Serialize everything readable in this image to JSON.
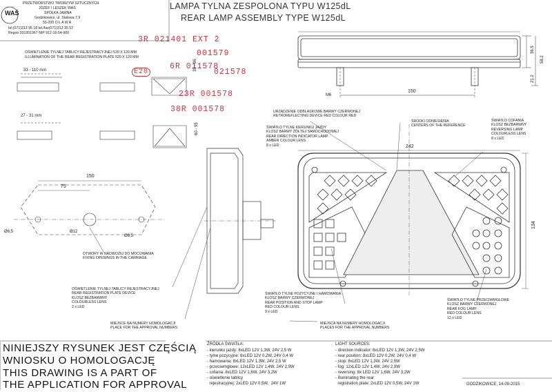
{
  "company": {
    "lines": [
      "PRZETWÓRSTWO TWORZYW SZTUCZNYCH",
      "JÓZEF I LESZEK WAŚ",
      "SPÓŁKA JAWNA",
      "Godzikowice, ul. Stalowa 7,9",
      "55-200   O Ł A W A",
      "tel.(071)313 95 18  tel./fax(071)313 35 52",
      "Regon 931951967 NIP 912-16-54-900"
    ],
    "logo_text": "WAŚ"
  },
  "title": {
    "pl": "LAMPA TYLNA ZESPOLONA TYPU W125dL",
    "en": "REAR LAMP ASSEMBLY TYPE W125dL"
  },
  "stamps": {
    "line1": "3R  021401  EXT 2",
    "line2": "001579",
    "line3": "6R  011578",
    "line4": "021578",
    "e_mark": "E20",
    "line5": "23R  001578",
    "line6": "38R  001578"
  },
  "plate_illum": {
    "pl": "OŚWIETLENIE TYLNEJ TABLICY REJESTRACYJNEJ 520 X 120 MM",
    "en": "ILLUMINATION OF THE REAR REGISTRATION PLATE 520 X 120 MM"
  },
  "dims": {
    "d33_110": "33 - 110 mm",
    "d27_31": "27 - 31 mm",
    "a35": "35 - 86",
    "a60": "60 - 95",
    "d150_top": "150",
    "d365": "36.5",
    "d582": "58.2",
    "d21": "21.2",
    "m6": "M6",
    "d242": "242",
    "d134": "134",
    "d150_holes": "150",
    "d75": "75",
    "phi65a": "Ø6,5",
    "phi12": "Ø12",
    "phi65b": "Ø6,5"
  },
  "notes": {
    "reflex": "URZĄDZENIE ODBLASKOWE BARWY CZERWONEJ\nRETROREFLECTING DEVICE RED COLOUR RED",
    "centers": "ŚRODKI ODNIESIENIA\nCENTERS OF THE REFERENCE",
    "indicator": "ŚWIATŁO TYLNE KIERUNKU JAZDY\nKLOSZ BARWY ŻÓŁTEJ SAMOCHODOWEJ\nREAR DIRECTION INDICATOR LAMP\nAMBER COLOUR LENS\n8 x LED",
    "reversing": "ŚWIATŁO COFANIA\nKLOSZ BEZBARWNY\nREVERSING LAMP\nCOLOURLESS LENS\n8 x LED",
    "fixing": "OTWORY W NADWOZIU DO MOCOWANIA\nFIXING OPENINGS IN THE CARRIAGE",
    "plate_device": "OŚWIETLENIE TYLNEJ TABLICY REJESTRACYJNEJ\nREAR REGISTRATION PLATE DEVICE\nKLOSZ BEZBARWNY\nCOLOURLESS LENS\n2 x LED",
    "homolog_left": "MIEJSCE NA NUMERY HOMOLOGACJI\nPLACE FOR THE APPROVAL NUMBERS",
    "position_stop": "ŚWIATŁO TYLNE POZYCYJNE I HAMOWANIA\nKLOSZ BARWY CZERWONEJ\nREAR POSITION AND STOP LAMP\nRED COLOUR LENS\n9 x LED",
    "fog": "ŚWIATŁO TYLNE PRZECIWMGŁOWE\nKLOSZ BARWY CZERWONEJ\nREAR FOG LAMP\nRED COLOUR LENS\n12 x LED",
    "homolog_bottom": "MIEJSCA NA NUMERY HOMOLOGACJI\nPLACES FOR THE APPROVAL NUMBERS"
  },
  "disclaimer": [
    "NINIEJSZY RYSUNEK JEST CZĘŚCIĄ",
    "WNIOSKU O  HOMOLOGACJĘ",
    "THIS DRAWING IS A PART OF",
    "THE APPLICATION FOR  APPROVAL"
  ],
  "sources_pl": {
    "heading": "ŹRÓDŁA ŚWIATŁA:",
    "items": [
      "- kierunku jazdy: 8xLED 12V 1,3W, 24V 2,5 W",
      "- tylne pozycyjne: 8xLED 12V 0,2W, 24V 0,4 W",
      "- hamowania: 8xLED 12V 1,3W, 24V 2,5 W",
      "- przeciwmgłowe: 12xLED 12V 1,4W, 24V 2,9W",
      "- cofania: 8xLED 12V 1,6W, 24V 3,2W",
      "- oświetlenie tablicy",
      "  rejestracyjnej: 2xLED 12V 0,5W,  24V 1W"
    ]
  },
  "sources_en": {
    "heading": "LIGHT SOURCES:",
    "items": [
      "- direction indicator: 8xLED 12V 1,3W, 24V 2,5W",
      "- rear position: 8xLED 12V 0,2W, 24V 0,4 W",
      "- stop: 8xLED 12V  1,3W, 24V 2,5W",
      "- fog: 12xLED 12V 1,4W, 24V 2,9W",
      "- reversing: 8x LED 12V 1,6W, 24V 3,2W",
      "- illuminating the rear",
      "  registration plate: 2xLED 12V 0,5W, 24V 1W"
    ]
  },
  "date": "GODZIKOWICE,  14-09-2015",
  "colors": {
    "stamp": "#d0303a",
    "ink": "#222222"
  }
}
